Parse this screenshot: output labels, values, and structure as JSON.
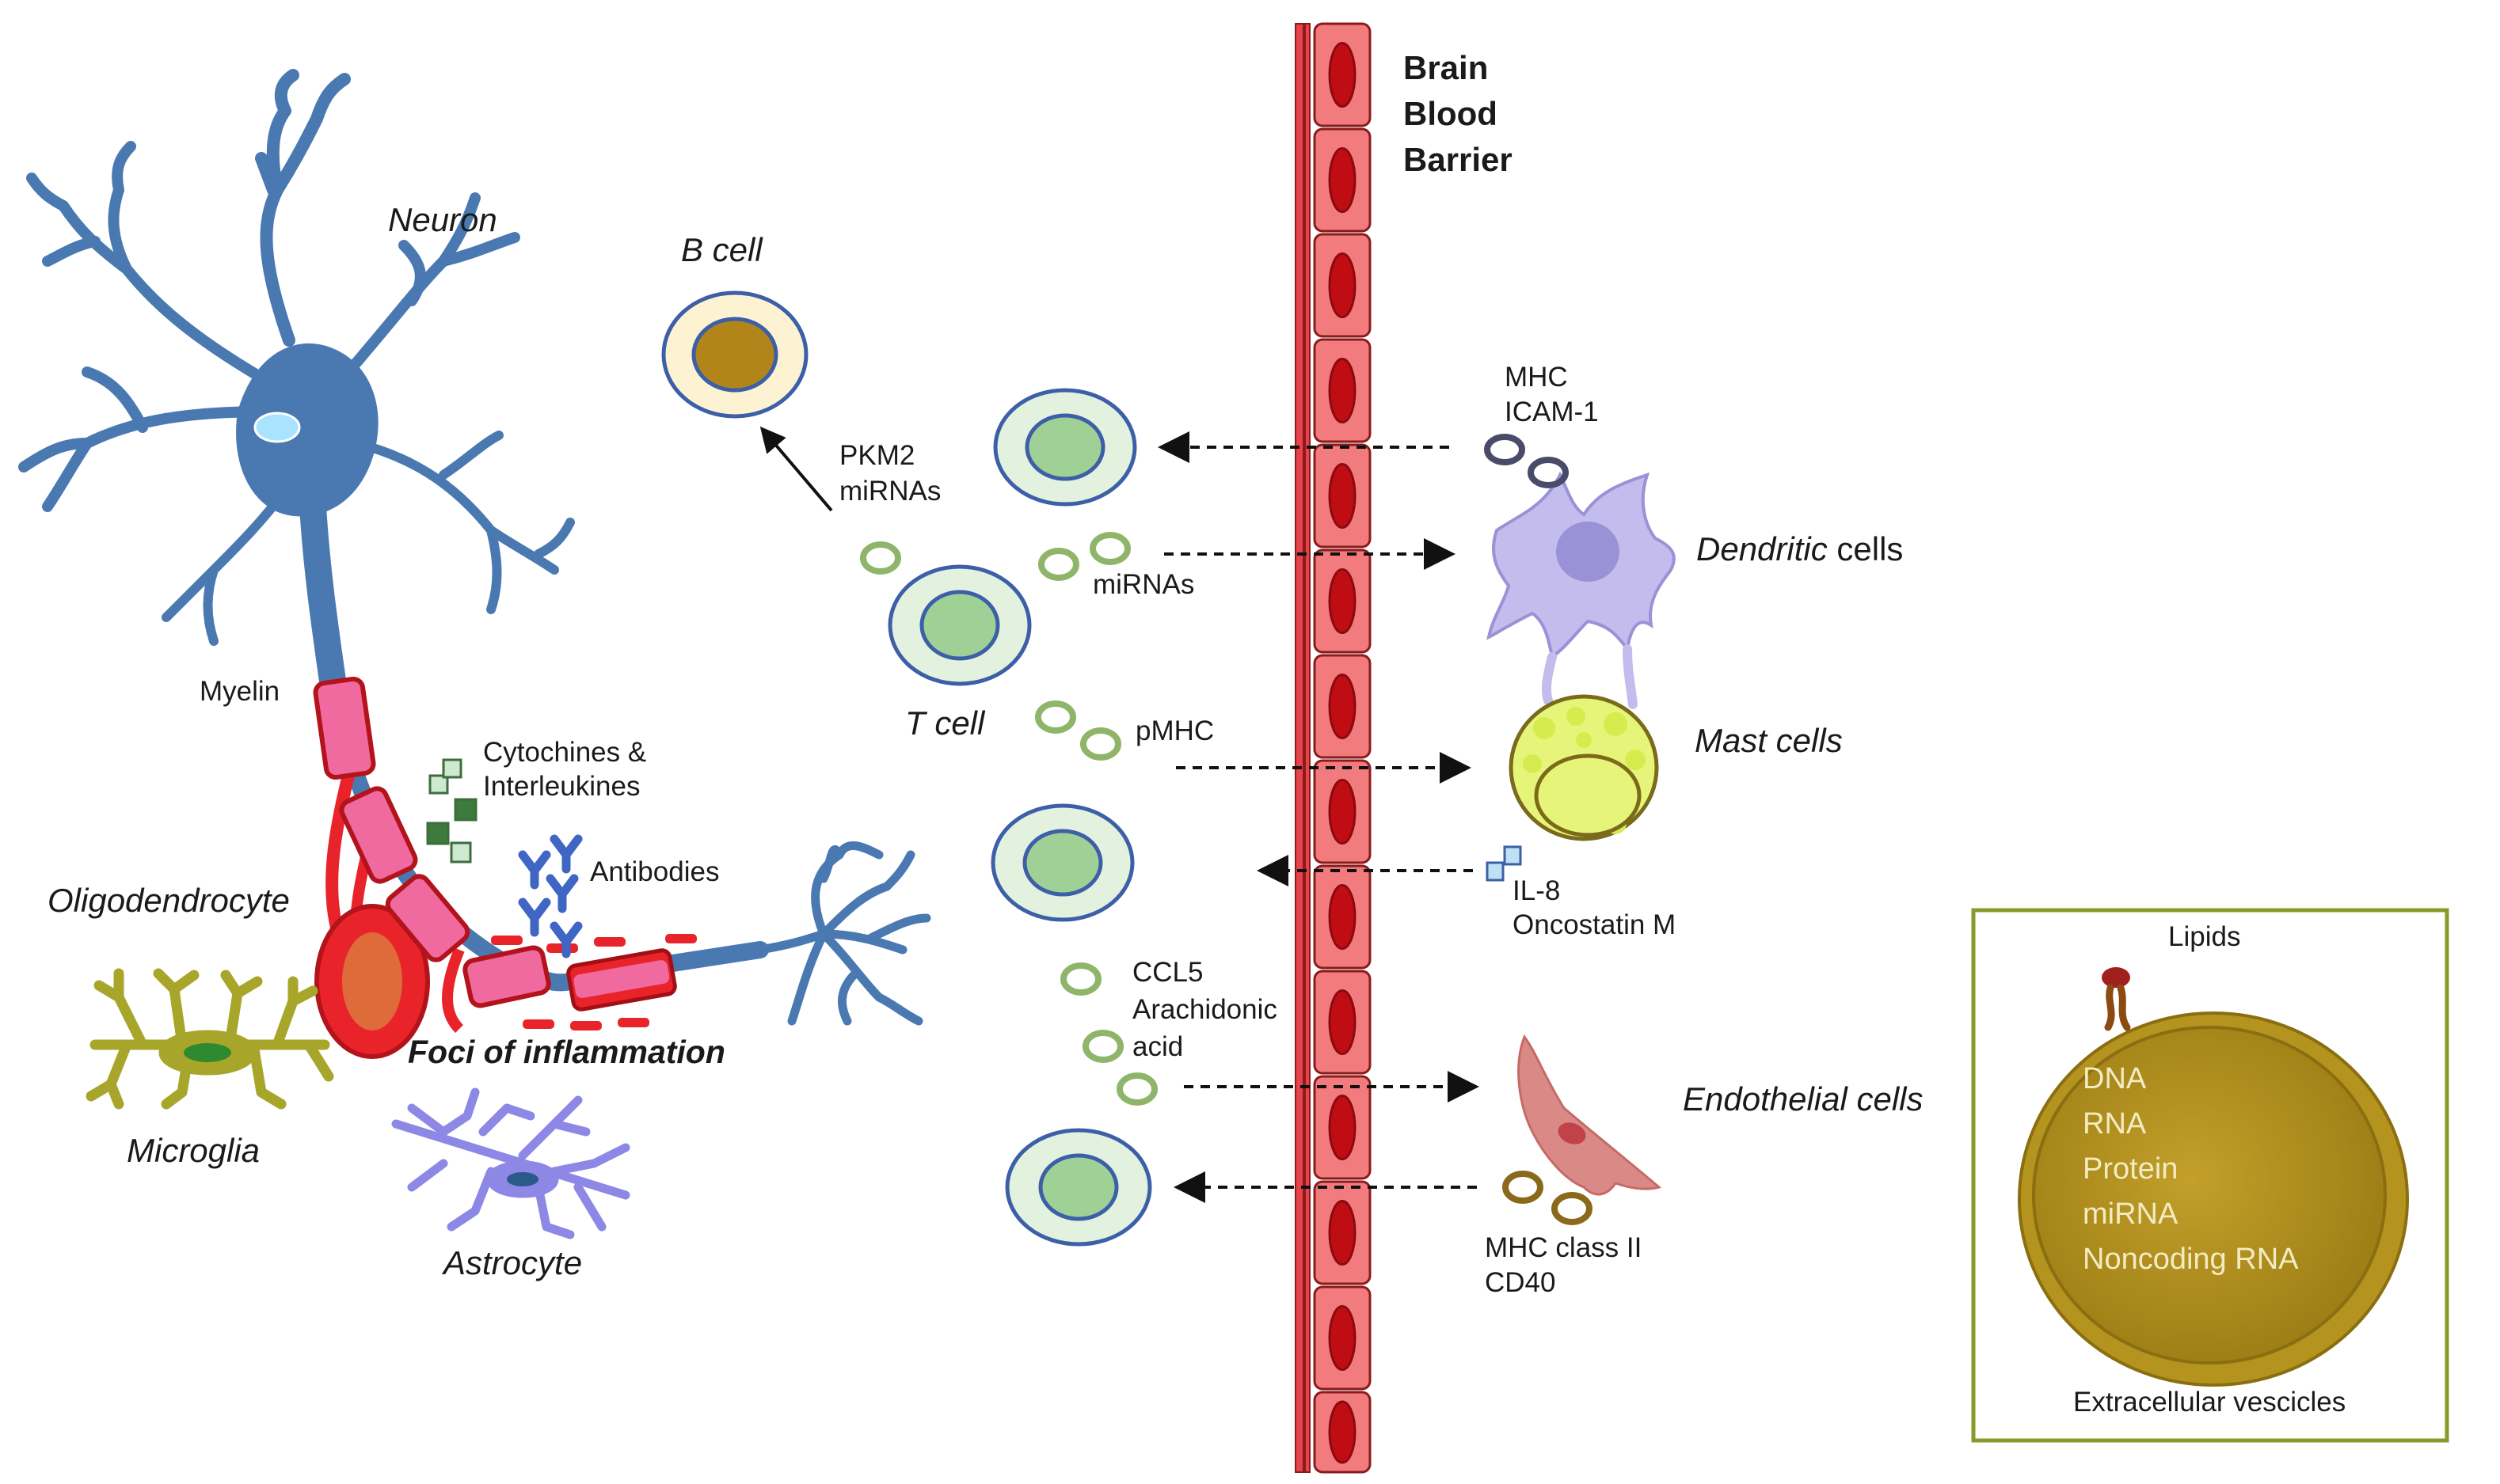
{
  "barrier": {
    "line1": "Brain",
    "line2": "Blood",
    "line3": "Barrier"
  },
  "neuron": {
    "label": "Neuron",
    "myelin": "Myelin"
  },
  "oligodendrocyte": "Oligodendrocyte",
  "microglia": "Microglia",
  "astrocyte": "Astrocyte",
  "foci": "Foci of inflammation",
  "cytokines": {
    "line1": "Cytochines &",
    "line2": "Interleukines"
  },
  "antibodies": "Antibodies",
  "b_cell": "B cell",
  "t_cell": "T cell",
  "pkm2": {
    "line1": "PKM2",
    "line2": "miRNAs"
  },
  "mirnas": "miRNAs",
  "pmhc": "pMHC",
  "ccl5": {
    "line1": "CCL5",
    "line2": "Arachidonic",
    "line3": "acid"
  },
  "dendritic": {
    "italic": "Dendritic",
    "rest": " cells"
  },
  "mhc_icam": {
    "line1": "MHC",
    "line2": "ICAM-1"
  },
  "mast": "Mast cells",
  "il8": {
    "line1": "IL-8",
    "line2": "Oncostatin M"
  },
  "endothelial": "Endothelial cells",
  "mhc2": {
    "line1": "MHC class II",
    "line2": "CD40"
  },
  "ev_box": {
    "lipids": "Lipids",
    "contents": [
      "DNA",
      "RNA",
      "Protein",
      "miRNA",
      "Noncoding RNA"
    ],
    "caption": "Extracellular vescicles"
  },
  "colors": {
    "neuron": "#4a79b2",
    "myelin_red": "#e8242a",
    "myelin_pink": "#f06aa0",
    "barrier_red": "#e8424a",
    "t_cell_fill": "#e3f1df",
    "t_cell_nucleus": "#9fd196",
    "vesicle_green": "#8fb56a",
    "ev_fill": "#b4931f",
    "ev_border": "#8a9a2a"
  }
}
